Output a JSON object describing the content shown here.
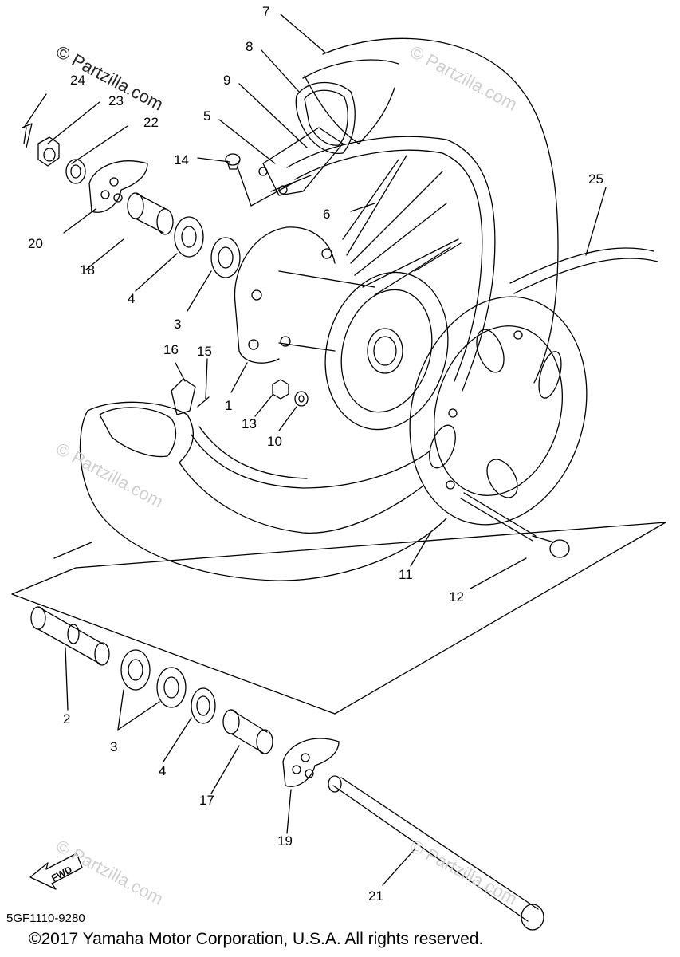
{
  "watermark": {
    "main": "© Partzilla.com",
    "faint": "© Partzilla.com"
  },
  "diagram_code": "5GF1110-9280",
  "copyright": "©2017 Yamaha Motor Corporation, U.S.A. All rights reserved.",
  "fwd_label": "FWD",
  "callouts": {
    "c1": "1",
    "c2": "2",
    "c3a": "3",
    "c3b": "3",
    "c4a": "4",
    "c4b": "4",
    "c5": "5",
    "c6": "6",
    "c7": "7",
    "c8": "8",
    "c9": "9",
    "c10": "10",
    "c11": "11",
    "c12": "12",
    "c13": "13",
    "c14": "14",
    "c15": "15",
    "c16": "16",
    "c17": "17",
    "c18": "18",
    "c19": "19",
    "c20": "20",
    "c21": "21",
    "c22": "22",
    "c23": "23",
    "c24": "24",
    "c25": "25"
  },
  "colors": {
    "line": "#000000",
    "background": "#ffffff",
    "watermark": "#cfcfcf"
  }
}
